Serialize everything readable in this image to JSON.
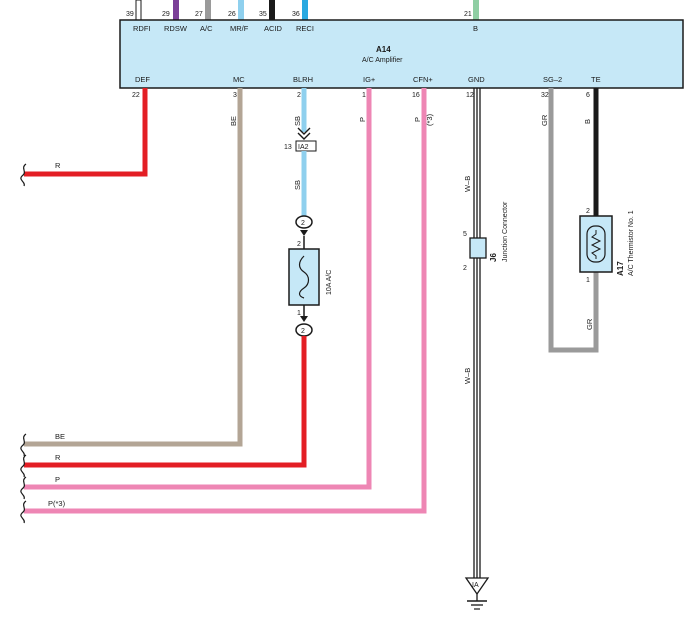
{
  "amplifier": {
    "code": "A14",
    "name": "A/C Amplifier",
    "top_pins": [
      {
        "num": "39",
        "name": "RDFI",
        "color": "#ffffff"
      },
      {
        "num": "29",
        "name": "RDSW",
        "color": "#7b3f98"
      },
      {
        "num": "27",
        "name": "A/C",
        "color": "#9a9a9a"
      },
      {
        "num": "26",
        "name": "MR/F",
        "color": "#8fd0ee"
      },
      {
        "num": "35",
        "name": "ACID",
        "color": "#1a1a1a"
      },
      {
        "num": "36",
        "name": "RECI",
        "color": "#29a9e1"
      },
      {
        "num": "21",
        "name": "B",
        "color": "#8fcea3"
      }
    ],
    "bottom_pins": [
      {
        "num": "22",
        "name": "DEF"
      },
      {
        "num": "3",
        "name": "MC"
      },
      {
        "num": "2",
        "name": "BLRH"
      },
      {
        "num": "1",
        "name": "IG+"
      },
      {
        "num": "16",
        "name": "CFN+"
      },
      {
        "num": "12",
        "name": "GND"
      },
      {
        "num": "32",
        "name": "SG–2"
      },
      {
        "num": "6",
        "name": "TE"
      }
    ]
  },
  "wire_codes": {
    "be": "BE",
    "sb": "SB",
    "p": "P",
    "p3": "(*3)",
    "wb": "W–B",
    "gr": "GR",
    "b": "B"
  },
  "colors": {
    "red": "#e31e24",
    "tan": "#b3a595",
    "light_blue": "#8fd0ee",
    "pink": "#ee86b4",
    "gray": "#9a9a9a",
    "black": "#1a1a1a",
    "box_fill": "#c6e8f7"
  },
  "connector_ia2": {
    "code": "IA2",
    "pin": "13"
  },
  "fuse": {
    "label": "10A A/C",
    "pin_top": "2",
    "pin_bottom": "1",
    "node_top": "2",
    "node_bottom": "2"
  },
  "junction": {
    "code": "J6",
    "name": "Junction Connector",
    "pin_top": "5",
    "pin_bottom": "2"
  },
  "thermistor": {
    "code": "A17",
    "name": "A/C Thermistor No. 1",
    "pin_top": "2",
    "pin_bottom": "1"
  },
  "ground": {
    "code": "IA"
  },
  "left_wires": [
    {
      "label": "R"
    },
    {
      "label": "BE"
    },
    {
      "label": "R"
    },
    {
      "label": "P"
    },
    {
      "label": "P(*3)"
    }
  ]
}
